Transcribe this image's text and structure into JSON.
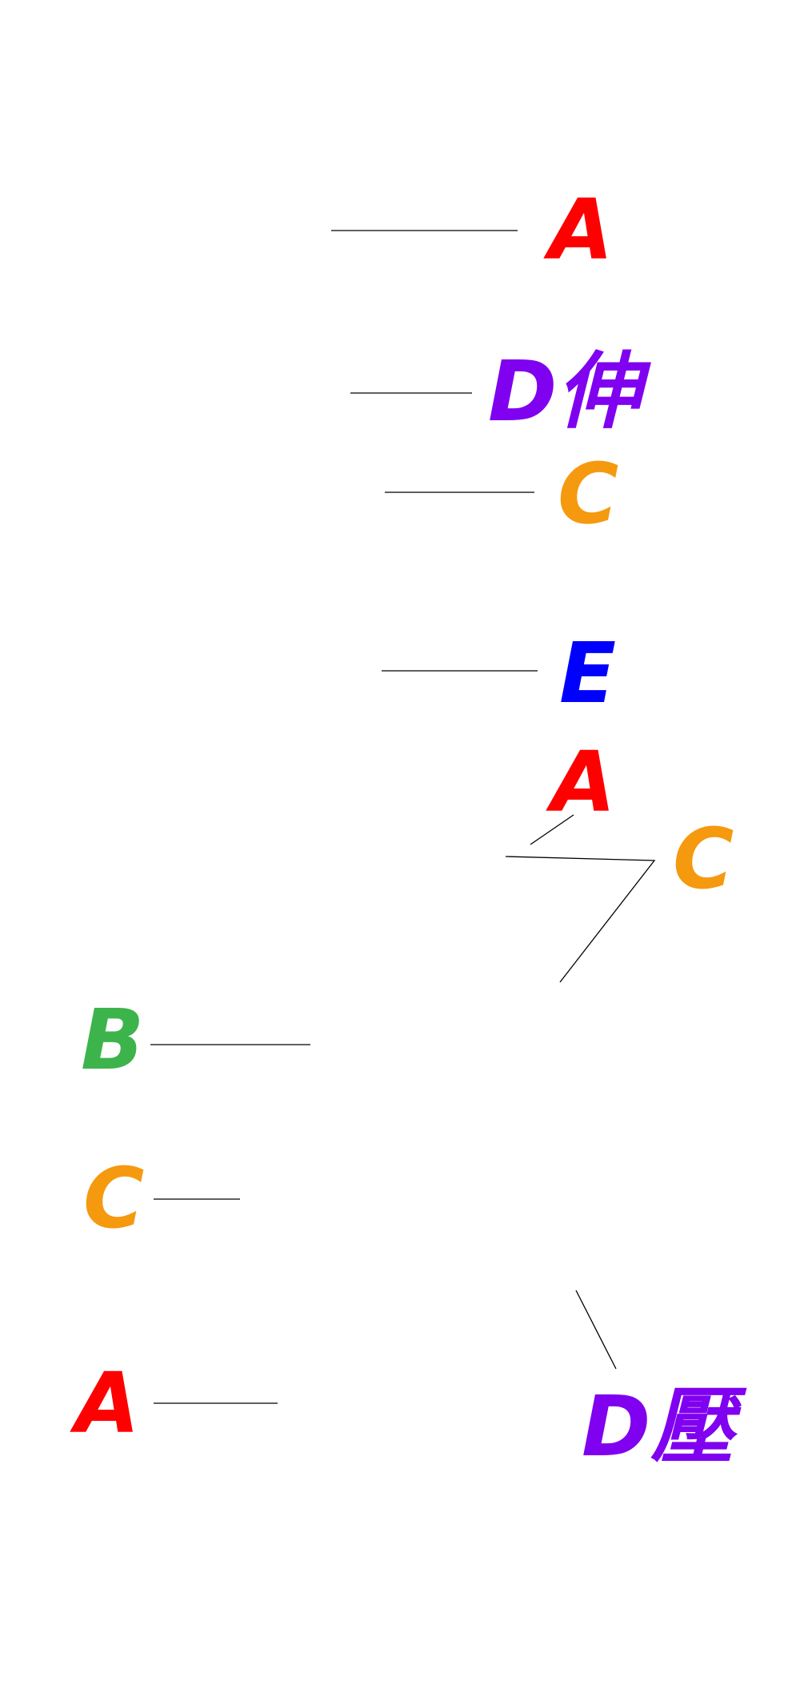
{
  "colors": {
    "A": "#ff0000",
    "B": "#3cb44b",
    "C": "#f5990f",
    "D": "#8000f0",
    "E": "#0000ff",
    "line": "#000000"
  },
  "labels": [
    {
      "id": "label-a-top",
      "text": "A",
      "color_key": "A"
    },
    {
      "id": "label-d-shen",
      "text": "D伸",
      "color_key": "D"
    },
    {
      "id": "label-c-upper",
      "text": "C",
      "color_key": "C"
    },
    {
      "id": "label-e",
      "text": "E",
      "color_key": "E"
    },
    {
      "id": "label-a-middle",
      "text": "A",
      "color_key": "A"
    },
    {
      "id": "label-c-right",
      "text": "C",
      "color_key": "C"
    },
    {
      "id": "label-b",
      "text": "B",
      "color_key": "B"
    },
    {
      "id": "label-c-left",
      "text": "C",
      "color_key": "C"
    },
    {
      "id": "label-a-bottom",
      "text": "A",
      "color_key": "A"
    },
    {
      "id": "label-d-ya",
      "text": "D壓",
      "color_key": "D"
    }
  ]
}
